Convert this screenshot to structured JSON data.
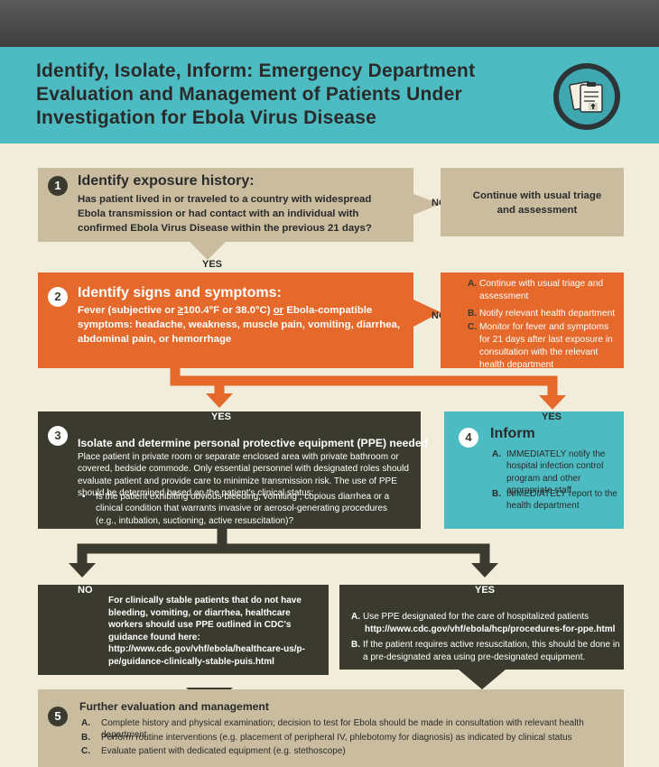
{
  "header": {
    "title": "Identify, Isolate, Inform: Emergency Department Evaluation and Management of Patients Under Investigation for Ebola Virus Disease",
    "logo_icon": "clipboard-icon"
  },
  "colors": {
    "tan": "#c9bc9f",
    "orange": "#e5692b",
    "dark": "#3b3a2e",
    "teal": "#4dbcc2",
    "background": "#f2ecdb"
  },
  "step1": {
    "number": "1",
    "title": "Identify exposure history:",
    "text": "Has patient lived in or traveled to a country with widespread Ebola transmission or had contact with an individual with confirmed Ebola Virus Disease within the previous 21 days?",
    "no_label": "NO",
    "yes_label": "YES",
    "no_result": "Continue with usual triage and assessment"
  },
  "step2": {
    "number": "2",
    "title": "Identify signs and symptoms:",
    "text_a": "Fever (subjective or ",
    "text_ge": "≥",
    "text_b": "100.4°F or 38.0°C) ",
    "text_or": "or",
    "text_c": " Ebola-compatible symptoms: headache, weakness, muscle pain, vomiting, diarrhea, abdominal pain, or hemorrhage",
    "no_label": "NO",
    "no_items": [
      {
        "key": "A.",
        "text": "Continue with usual triage and assessment"
      },
      {
        "key": "B.",
        "text": "Notify relevant health department"
      },
      {
        "key": "C.",
        "text": "Monitor for fever and symptoms  for 21 days after last exposure in consultation with  the relevant health department"
      }
    ]
  },
  "step3": {
    "number": "3",
    "yes_label": "YES",
    "title": "Isolate  and determine personal protective equipment (PPE) needed",
    "text": "Place patient in private room or separate enclosed area with private bathroom or covered, bedside commode. Only essential personnel with designated roles should evaluate patient and provide care to minimize transmission risk. The use of PPE should be determined based on the patient's clinical status:",
    "bullet": "Is the patient exhibiting obvious bleeding, vomiting , copious diarrhea or a clinical condition that warrants invasive or aerosol-generating procedures (e.g., intubation, suctioning, active resuscitation)?"
  },
  "step4": {
    "number": "4",
    "yes_label": "YES",
    "title": "Inform",
    "items": [
      {
        "key": "A.",
        "text": "IMMEDIATELY notify the hospital infection control program and other appropriate staff"
      },
      {
        "key": "B.",
        "text": "IMMEDIATELY report  to the health department"
      }
    ]
  },
  "ppe_no": {
    "label": "NO",
    "text": "For clinically stable patients that do not have bleeding, vomiting, or diarrhea, healthcare workers should use PPE outlined in CDC's guidance found here:",
    "link": "http://www.cdc.gov/vhf/ebola/healthcare-us/p-pe/guidance-clinically-stable-puis.html"
  },
  "ppe_yes": {
    "label": "YES",
    "item_a_key": "A.",
    "item_a": "Use PPE designated for the care of hospitalized patients",
    "item_a_link": "http://www.cdc.gov/vhf/ebola/hcp/procedures-for-ppe.html",
    "item_b_key": "B.",
    "item_b": "If the patient requires active resuscitation, this should be done in a pre-designated area using pre-designated equipment."
  },
  "step5": {
    "number": "5",
    "title": "Further evaluation and management",
    "items": [
      {
        "key": "A.",
        "text": "Complete history and physical examination; decision to test for Ebola should be made in consultation with relevant health department"
      },
      {
        "key": "B.",
        "text": "Perform routine interventions (e.g. placement of peripheral IV, phlebotomy for diagnosis) as indicated by clinical status"
      },
      {
        "key": "C.",
        "text": "Evaluate patient with dedicated equipment (e.g. stethoscope)"
      }
    ]
  }
}
